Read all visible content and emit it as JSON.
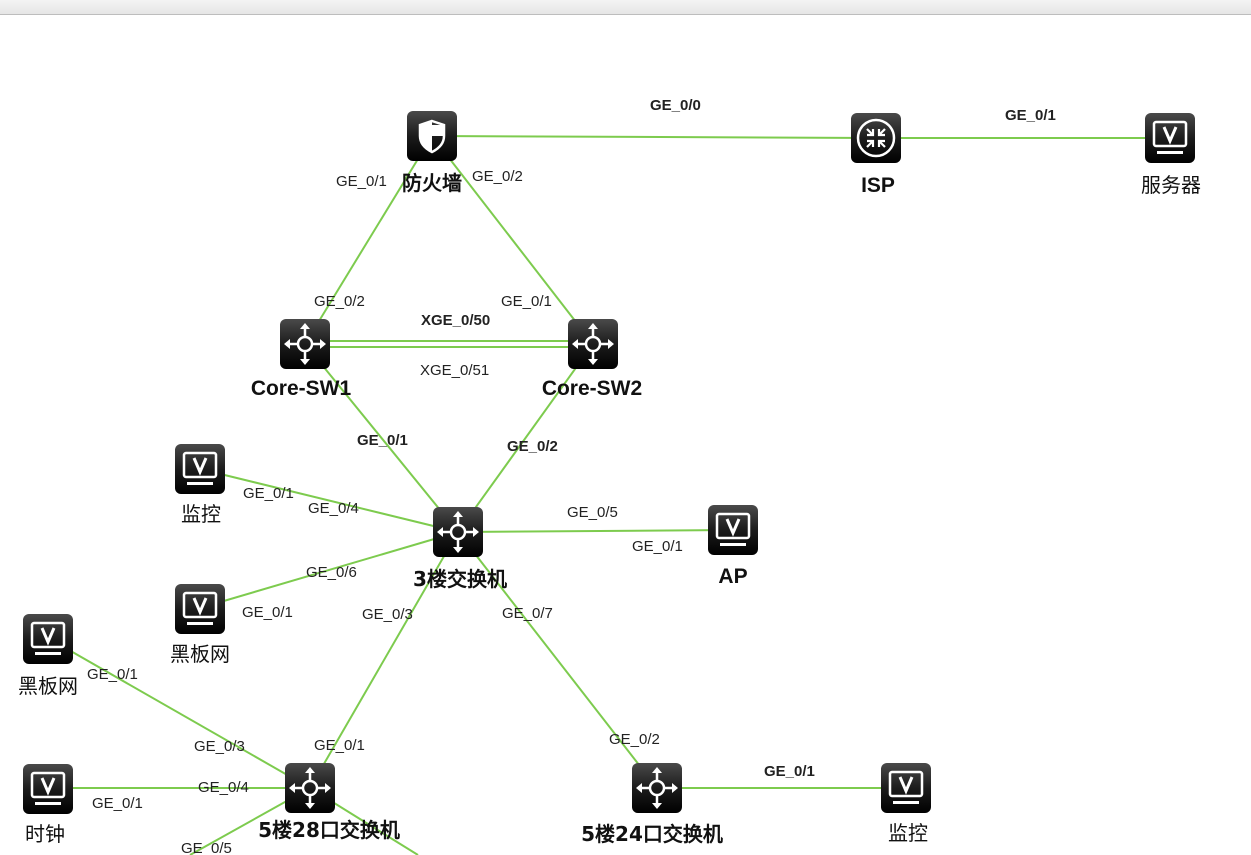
{
  "nodes": {
    "firewall": {
      "label": "防火墙",
      "icon": "firewall-icon"
    },
    "isp": {
      "label": "ISP",
      "icon": "router-icon"
    },
    "server": {
      "label": "服务器",
      "icon": "monitor-icon"
    },
    "core_sw1": {
      "label": "Core-SW1",
      "icon": "switch-icon"
    },
    "core_sw2": {
      "label": "Core-SW2",
      "icon": "switch-icon"
    },
    "monitor_left": {
      "label": "监控",
      "icon": "monitor-icon"
    },
    "switch_3f": {
      "label": "3楼交换机",
      "icon": "switch-icon"
    },
    "ap": {
      "label": "AP",
      "icon": "monitor-icon"
    },
    "blackboard_inner": {
      "label": "黑板网",
      "icon": "monitor-icon"
    },
    "blackboard_outer": {
      "label": "黑板网",
      "icon": "monitor-icon"
    },
    "clock": {
      "label": "时钟",
      "icon": "monitor-icon"
    },
    "switch_5f_28": {
      "label": "5楼28口交换机",
      "icon": "switch-icon"
    },
    "switch_5f_24": {
      "label": "5楼24口交换机",
      "icon": "switch-icon"
    },
    "monitor_right": {
      "label": "监控",
      "icon": "monitor-icon"
    }
  },
  "ports": {
    "fw_isp": "GE_0/0",
    "isp_server": "GE_0/1",
    "fw_left": "GE_0/1",
    "fw_right": "GE_0/2",
    "sw1_up": "GE_0/2",
    "sw2_up": "GE_0/1",
    "xge50": "XGE_0/50",
    "xge51": "XGE_0/51",
    "sw1_down": "GE_0/1",
    "sw2_down": "GE_0/2",
    "mon_left_port": "GE_0/1",
    "s3_mon_port": "GE_0/4",
    "s3_ap_port": "GE_0/5",
    "ap_port": "GE_0/1",
    "s3_bb_port": "GE_0/6",
    "bb_inner_port": "GE_0/1",
    "s3_28_port": "GE_0/3",
    "s3_24_port": "GE_0/7",
    "bb_outer_port": "GE_0/1",
    "s28_bb_port": "GE_0/3",
    "s28_up_port": "GE_0/1",
    "s28_clock_port": "GE_0/4",
    "clock_port": "GE_0/1",
    "s28_bottom_port": "GE_0/5",
    "s24_up_port": "GE_0/2",
    "s24_mon_port": "GE_0/1"
  },
  "colors": {
    "link": "#7dcb4e",
    "icon_bg": "#1a1a1a",
    "icon_fg": "#ffffff"
  }
}
